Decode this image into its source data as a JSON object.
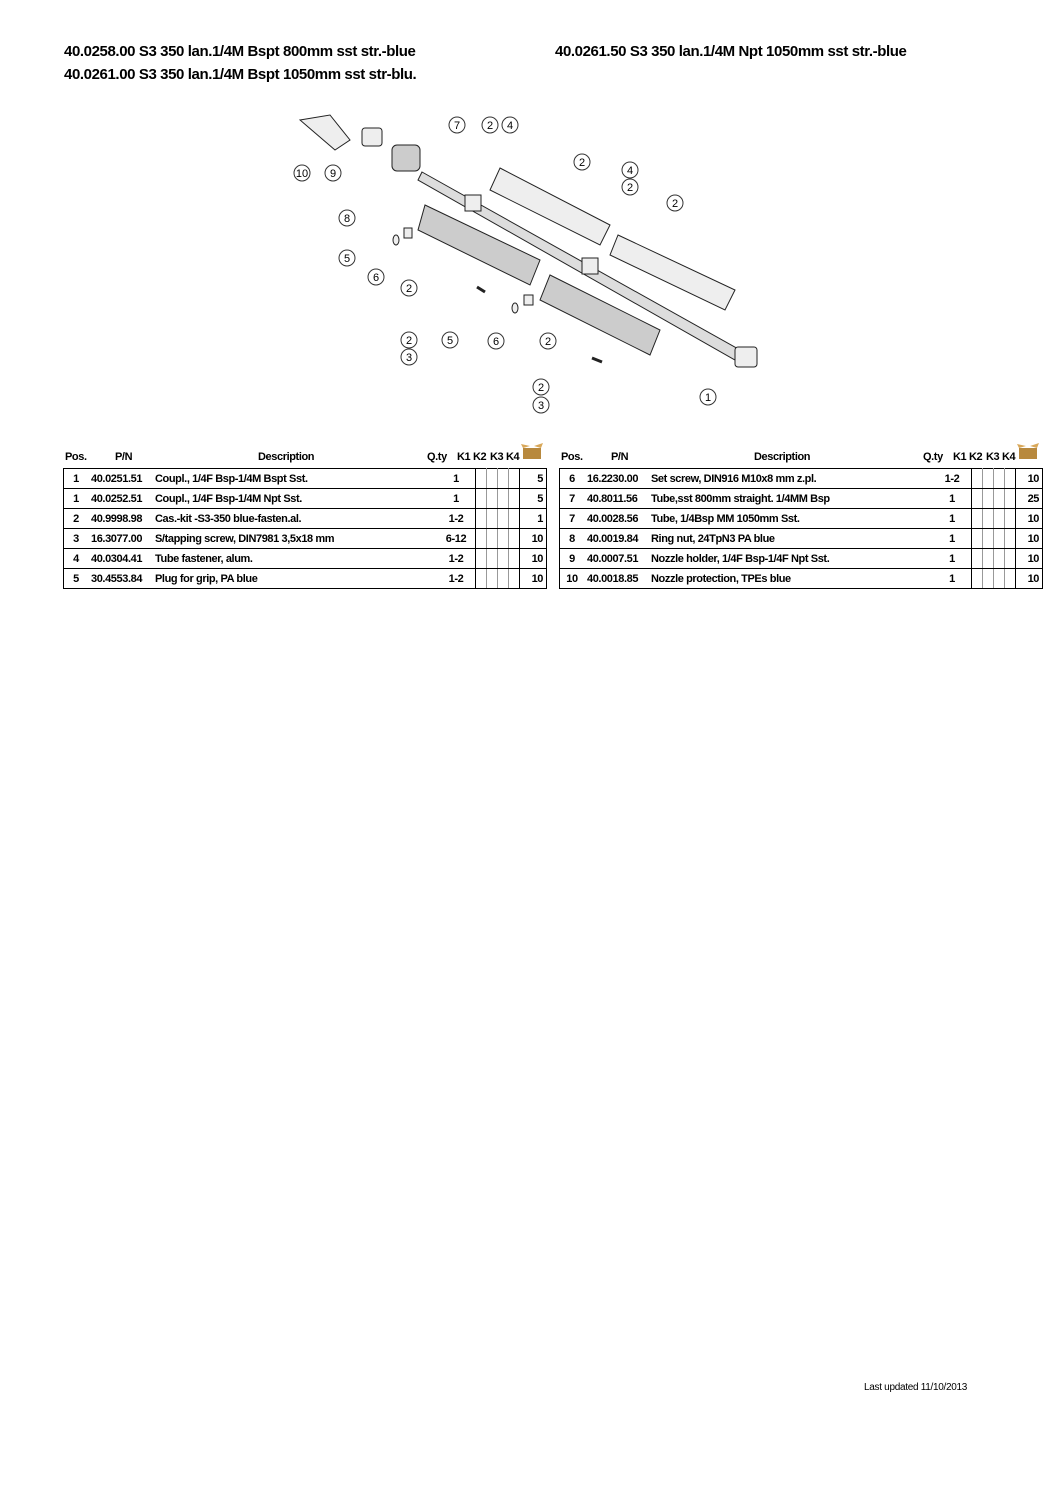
{
  "titles": [
    "40.0258.00 S3 350 lan.1/4M Bspt 800mm sst str.-blue",
    "40.0261.00 S3 350 lan.1/4M Bspt 1050mm sst str-blu.",
    "40.0261.50 S3 350 lan.1/4M Npt 1050mm sst str.-blue"
  ],
  "diagram": {
    "callouts": [
      "7",
      "2",
      "4",
      "10",
      "9",
      "8",
      "2",
      "4",
      "2",
      "2",
      "5",
      "6",
      "2",
      "2",
      "3",
      "5",
      "6",
      "2",
      "2",
      "3",
      "1"
    ]
  },
  "table_headers": {
    "pos": "Pos.",
    "pn": "P/N",
    "description": "Description",
    "qty": "Q.ty",
    "k1": "K1",
    "k2": "K2",
    "k3": "K3",
    "k4": "K4",
    "pack_icon": "box-icon"
  },
  "left_table": [
    {
      "pos": "1",
      "pn": "40.0251.51",
      "description": "Coupl., 1/4F Bsp-1/4M Bspt Sst.",
      "qty": "1",
      "pack": "5"
    },
    {
      "pos": "1",
      "pn": "40.0252.51",
      "description": "Coupl., 1/4F Bsp-1/4M Npt Sst.",
      "qty": "1",
      "pack": "5"
    },
    {
      "pos": "2",
      "pn": "40.9998.98",
      "description": "Cas.-kit -S3-350 blue-fasten.al.",
      "qty": "1-2",
      "pack": "1"
    },
    {
      "pos": "3",
      "pn": "16.3077.00",
      "description": "S/tapping screw, DIN7981 3,5x18 mm",
      "qty": "6-12",
      "pack": "10"
    },
    {
      "pos": "4",
      "pn": "40.0304.41",
      "description": "Tube fastener, alum.",
      "qty": "1-2",
      "pack": "10"
    },
    {
      "pos": "5",
      "pn": "30.4553.84",
      "description": "Plug for grip, PA blue",
      "qty": "1-2",
      "pack": "10"
    }
  ],
  "right_table": [
    {
      "pos": "6",
      "pn": "16.2230.00",
      "description": "Set screw, DIN916 M10x8 mm z.pl.",
      "qty": "1-2",
      "pack": "10"
    },
    {
      "pos": "7",
      "pn": "40.8011.56",
      "description": "Tube,sst 800mm straight. 1/4MM Bsp",
      "qty": "1",
      "pack": "25"
    },
    {
      "pos": "7",
      "pn": "40.0028.56",
      "description": "Tube, 1/4Bsp MM 1050mm Sst.",
      "qty": "1",
      "pack": "10"
    },
    {
      "pos": "8",
      "pn": "40.0019.84",
      "description": "Ring nut, 24TpN3 PA blue",
      "qty": "1",
      "pack": "10"
    },
    {
      "pos": "9",
      "pn": "40.0007.51",
      "description": "Nozzle holder, 1/4F Bsp-1/4F Npt Sst.",
      "qty": "1",
      "pack": "10"
    },
    {
      "pos": "10",
      "pn": "40.0018.85",
      "description": "Nozzle protection, TPEs blue",
      "qty": "1",
      "pack": "10"
    }
  ],
  "footer": "Last updated 11/10/2013"
}
